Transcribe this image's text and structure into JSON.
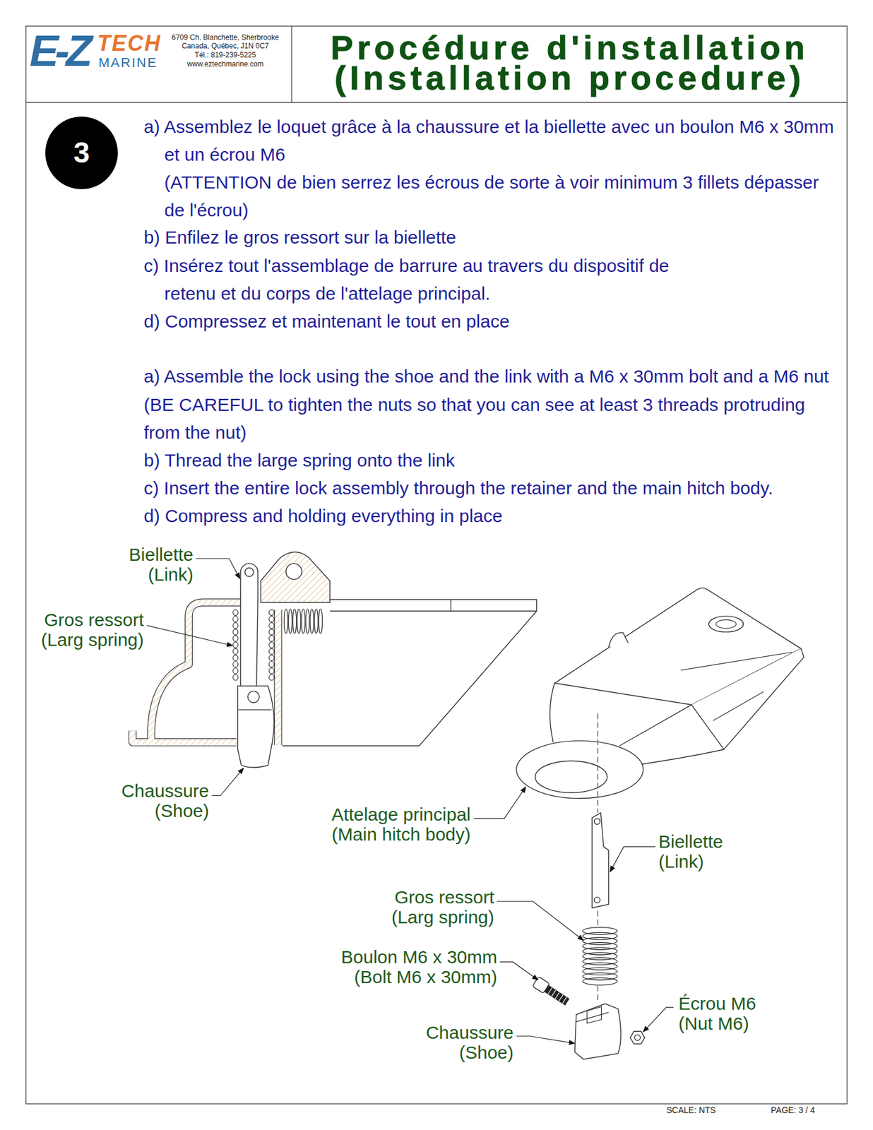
{
  "diagram": {
    "title": "Procédure d'installation (Installation procedure)",
    "nodes": [
      {
        "text": [
          "E-Z",
          "TECH",
          "MARINE",
          "6709 Ch. Blanchette, Sherbrooke",
          "Canada, Québec, J1N 0C7",
          "Tél.: 819-239-5225",
          "www.eztechmarine.com"
        ]
      },
      {
        "text": [
          "3"
        ]
      }
    ],
    "labels": [
      "a) Assemblez le loquet grâce à la chaussure et la biellette avec un boulon M6 x 30mm et un écrou M6",
      "(ATTENTION de bien serrez les écrous de sorte à voir minimum 3 fillets dépasser de l'écrou)",
      "b) Enfilez le gros ressort sur la biellette",
      "c) Insérez tout l'assemblage de barrure au travers du dispositif de retenu et du corps de l'attelage principal.",
      "d) Compressez et maintenant le tout en place",
      "a) Assemble the lock using the shoe and the link with a M6 x 30mm bolt and a M6 nut",
      "(BE CAREFUL to tighten the nuts so that you can see at least 3 threads protruding from the nut)",
      "b) Thread the large spring onto the link",
      "c) Insert the entire lock assembly through the retainer and the main hitch body.",
      "d) Compress and holding everything in place",
      "Biellette (Link)",
      "Gros ressort (Larg spring)",
      "Chaussure (Shoe)",
      "Attelage principal (Main hitch body)",
      "Biellette (Link)",
      "Gros ressort (Larg spring)",
      "Boulon M6 x 30mm (Bolt M6 x 30mm)",
      "Écrou M6 (Nut M6)",
      "Chaussure (Shoe)",
      "SCALE: NTS",
      "PAGE: 3 / 4"
    ]
  }
}
